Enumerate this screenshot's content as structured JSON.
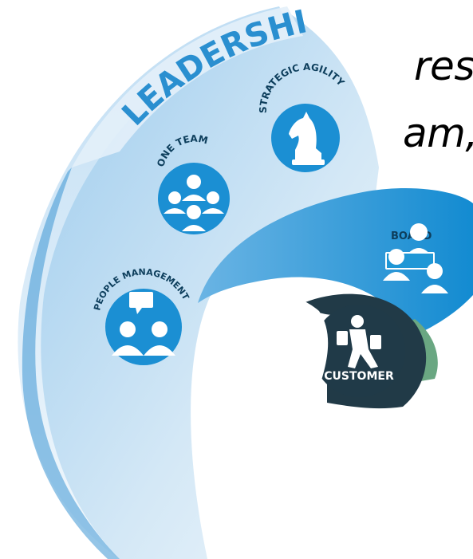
{
  "text_fragments": [
    "res",
    "am,"
  ],
  "title": "LEADERSHIP",
  "labels": {
    "strategic_agility": "STRATEGIC AGILITY",
    "one_team": "ONE TEAM",
    "people_management": "PEOPLE MANAGEMENT",
    "board": "BOARD",
    "customer": "CUSTOMER"
  },
  "icons": {
    "strategic_agility": "chess-knight-icon",
    "one_team": "team-group-icon",
    "people_management": "speech-bubble-people-icon",
    "board": "board-members-icon",
    "customer": "customer-shopping-icon"
  },
  "colors": {
    "arc_light": "#c9e2f3",
    "arc_mid": "#7fb9e3",
    "arc_dark": "#2a8fd0",
    "icon_circle": "#1b8fd3",
    "board_band": "#1f97d6",
    "customer_dark": "#203a48",
    "customer_accent": "#6aa782"
  }
}
